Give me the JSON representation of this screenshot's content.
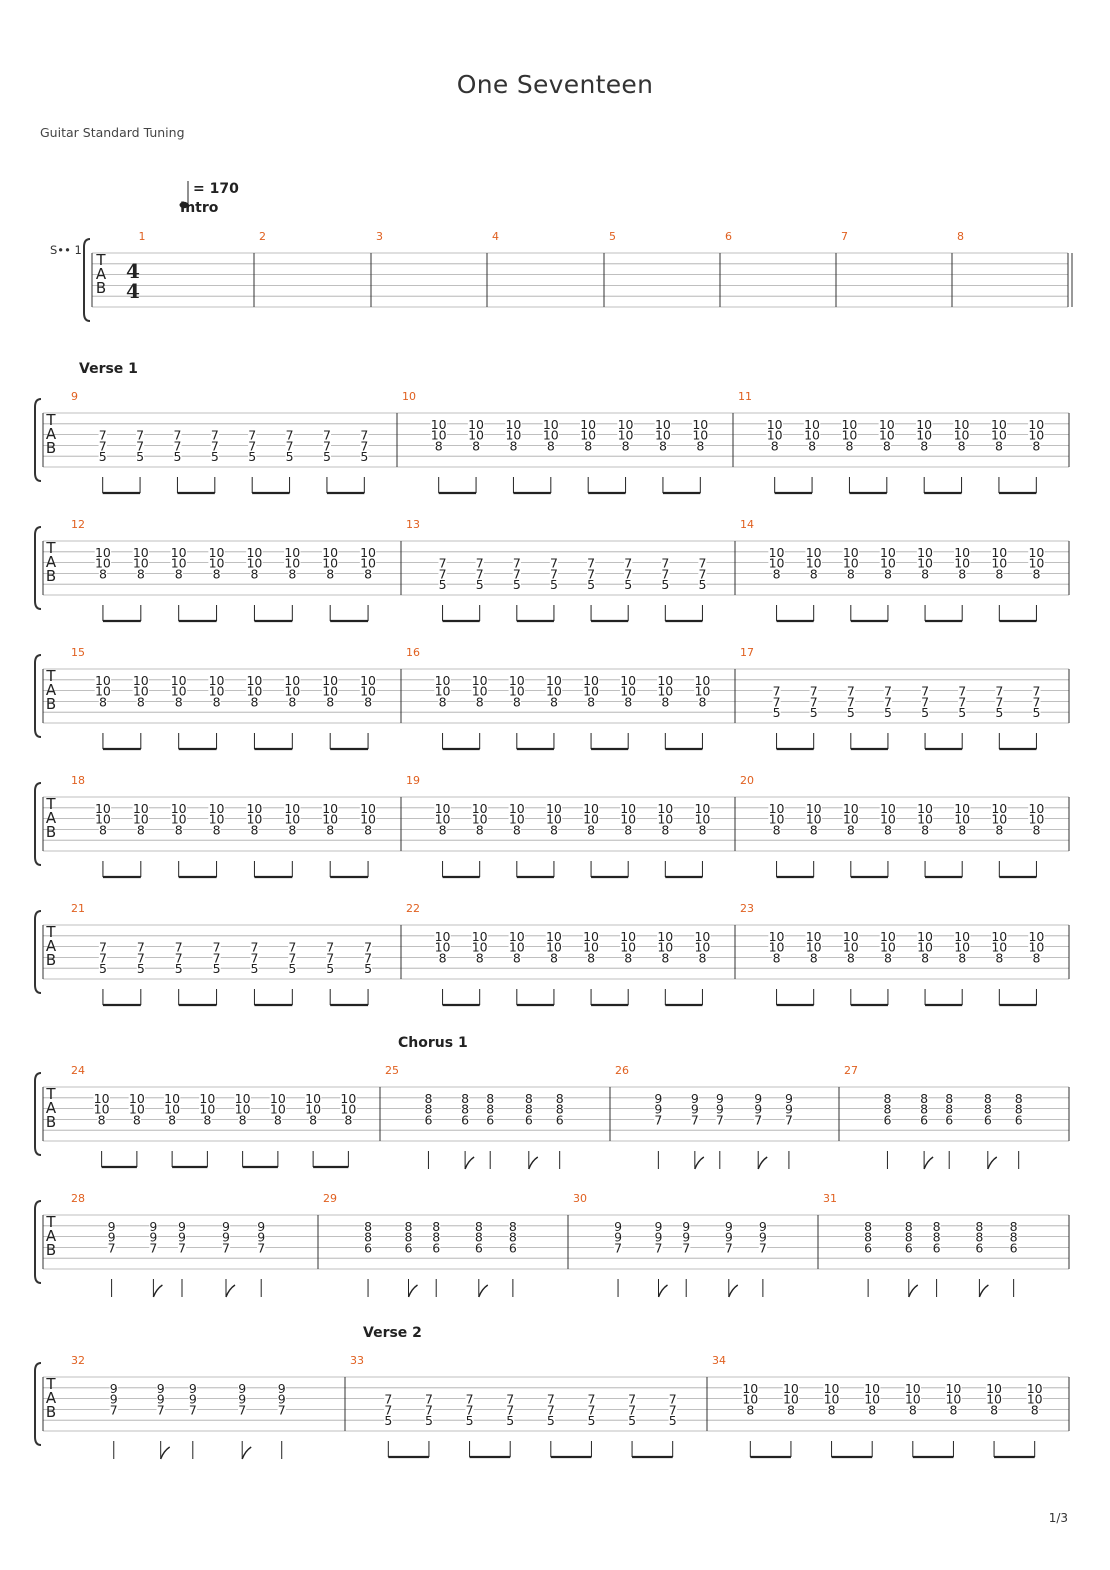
{
  "score": {
    "title": "One Seventeen",
    "tuning": "Guitar Standard Tuning",
    "tempo_value": "= 170",
    "track_label": "S•• 1",
    "time_signature": [
      "4",
      "4"
    ],
    "tab_letters": [
      "T",
      "A",
      "B"
    ],
    "page_number": "1/3"
  },
  "chords": {
    "A": [
      "",
      "",
      "7",
      "7",
      "5",
      ""
    ],
    "B": [
      "",
      "10",
      "10",
      "8",
      "",
      ""
    ],
    "C": [
      "",
      "8",
      "8",
      "6",
      "",
      ""
    ],
    "D": [
      "",
      "9",
      "9",
      "7",
      "",
      ""
    ]
  },
  "systems": [
    {
      "measures": [
        {
          "number": "1",
          "section": "Intro",
          "type": "rest"
        },
        {
          "number": "2",
          "type": "rest"
        },
        {
          "number": "3",
          "type": "rest"
        },
        {
          "number": "4",
          "type": "rest"
        },
        {
          "number": "5",
          "type": "rest"
        },
        {
          "number": "6",
          "type": "rest"
        },
        {
          "number": "7",
          "type": "rest"
        },
        {
          "number": "8",
          "type": "rest"
        }
      ]
    },
    {
      "measures": [
        {
          "number": "9",
          "section": "Verse 1",
          "chord": "A",
          "type": "eighths"
        },
        {
          "number": "10",
          "chord": "B",
          "type": "eighths"
        },
        {
          "number": "11",
          "chord": "B",
          "type": "eighths"
        }
      ]
    },
    {
      "measures": [
        {
          "number": "12",
          "chord": "B",
          "type": "eighths"
        },
        {
          "number": "13",
          "chord": "A",
          "type": "eighths"
        },
        {
          "number": "14",
          "chord": "B",
          "type": "eighths"
        }
      ]
    },
    {
      "measures": [
        {
          "number": "15",
          "chord": "B",
          "type": "eighths"
        },
        {
          "number": "16",
          "chord": "B",
          "type": "eighths"
        },
        {
          "number": "17",
          "chord": "A",
          "type": "eighths"
        }
      ]
    },
    {
      "measures": [
        {
          "number": "18",
          "chord": "B",
          "type": "eighths"
        },
        {
          "number": "19",
          "chord": "B",
          "type": "eighths"
        },
        {
          "number": "20",
          "chord": "B",
          "type": "eighths"
        }
      ]
    },
    {
      "measures": [
        {
          "number": "21",
          "chord": "A",
          "type": "eighths"
        },
        {
          "number": "22",
          "chord": "B",
          "type": "eighths"
        },
        {
          "number": "23",
          "chord": "B",
          "type": "eighths"
        }
      ]
    },
    {
      "measures": [
        {
          "number": "24",
          "chord": "B",
          "type": "eighths"
        },
        {
          "number": "25",
          "section": "Chorus 1",
          "chord": "C",
          "type": "rhythm"
        },
        {
          "number": "26",
          "chord": "D",
          "type": "rhythm"
        },
        {
          "number": "27",
          "chord": "C",
          "type": "rhythm"
        }
      ]
    },
    {
      "measures": [
        {
          "number": "28",
          "chord": "D",
          "type": "rhythm"
        },
        {
          "number": "29",
          "chord": "C",
          "type": "rhythm"
        },
        {
          "number": "30",
          "chord": "D",
          "type": "rhythm"
        },
        {
          "number": "31",
          "chord": "C",
          "type": "rhythm"
        }
      ]
    },
    {
      "measures": [
        {
          "number": "32",
          "chord": "D",
          "type": "rhythm"
        },
        {
          "number": "33",
          "section": "Verse 2",
          "chord": "A",
          "type": "eighths"
        },
        {
          "number": "34",
          "chord": "B",
          "type": "eighths"
        }
      ]
    }
  ],
  "colors": {
    "measure_number": "#e06020",
    "staff_line": "#aaaaaa",
    "barline": "#333333",
    "ink": "#222222"
  }
}
